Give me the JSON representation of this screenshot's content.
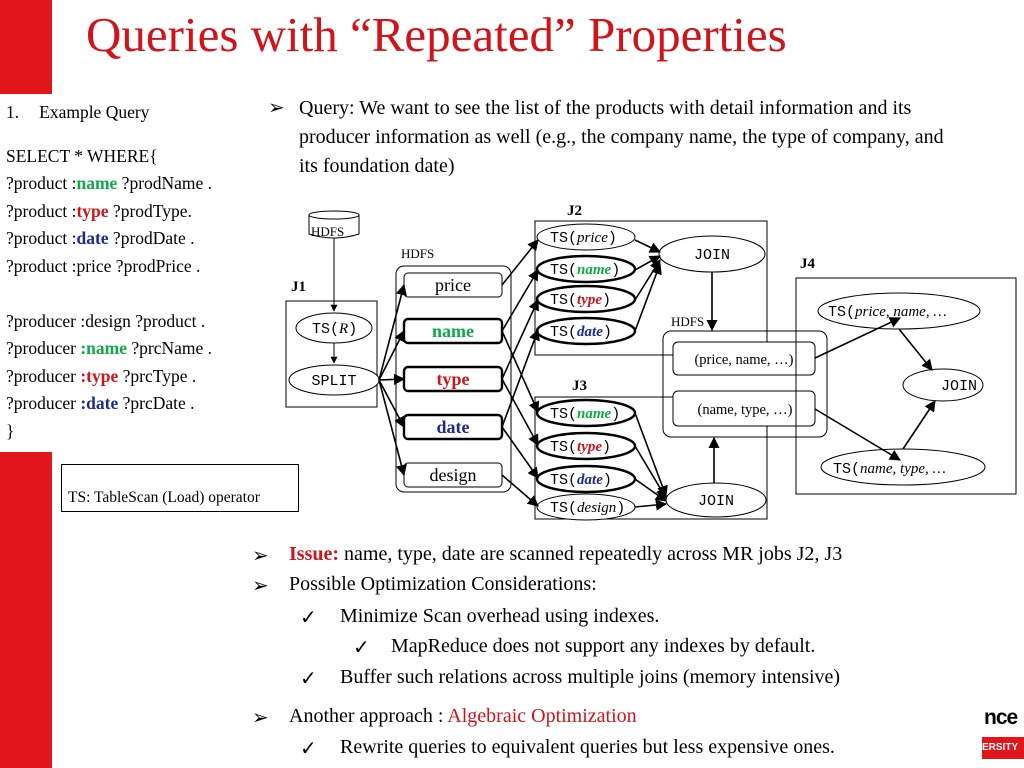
{
  "title": "Queries with “Repeated” Properties",
  "left_panel": {
    "numbered_item": "1.",
    "heading": "Example Query",
    "lines": [
      {
        "pre": "SELECT * WHERE{",
        "kw": "",
        "post": "",
        "color": ""
      },
      {
        "pre": "?product :",
        "kw": "name",
        "post": " ?prodName .",
        "color": "green"
      },
      {
        "pre": "?product :",
        "kw": "type",
        "post": " ?prodType.",
        "color": "red"
      },
      {
        "pre": "?product :",
        "kw": "date",
        "post": " ?prodDate .",
        "color": "blue"
      },
      {
        "pre": "?product :price ?prodPrice .",
        "kw": "",
        "post": "",
        "color": ""
      },
      {
        "pre": "",
        "kw": "",
        "post": "",
        "color": ""
      },
      {
        "pre": "?producer :design ?product .",
        "kw": "",
        "post": "",
        "color": ""
      },
      {
        "pre": "?producer ",
        "kw": ":name",
        "post": " ?prcName .",
        "color": "green"
      },
      {
        "pre": "?producer ",
        "kw": ":type",
        "post": " ?prcType .",
        "color": "red"
      },
      {
        "pre": "?producer ",
        "kw": ":date",
        "post": " ?prcDate .",
        "color": "blue"
      },
      {
        "pre": "}",
        "kw": "",
        "post": "",
        "color": ""
      }
    ],
    "note": "TS: TableScan (Load) operator"
  },
  "query_description": {
    "bullet": "➢",
    "text": "Query: We want to see the list of the products with detail information and its producer information as well (e.g., the company name, the type of company, and its foundation date)"
  },
  "diagram": {
    "hdfs": "HDFS",
    "j1": "J1",
    "j2": "J2",
    "j3": "J3",
    "j4": "J4",
    "ts_r": "TS(",
    "r_italic": "R",
    "close": ")",
    "split": "SPLIT",
    "join": "JOIN",
    "props": [
      "price",
      "name",
      "type",
      "date",
      "design"
    ],
    "j2_scans": [
      "price",
      "name",
      "type",
      "date"
    ],
    "j3_scans": [
      "name",
      "type",
      "date",
      "design"
    ],
    "ts": "TS",
    "inter1": "(price, name, …)",
    "inter2": "(name, type, …)",
    "j4_ts1": "price, name, …",
    "j4_ts2": "name, type, …"
  },
  "bullets": {
    "issue_label": "Issue:",
    "issue_text": " name, type, date are scanned repeatedly across MR jobs J2, J3",
    "possible": "Possible Optimization Considerations:",
    "minimize": "Minimize Scan overhead using indexes.",
    "mapreduce": "MapReduce does not support any indexes by default.",
    "buffer": "Buffer such relations across multiple joins (memory intensive)",
    "another_pre": "Another approach : ",
    "another_link": "Algebraic Optimization",
    "rewrite": "Rewrite queries to equivalent queries but less expensive ones.",
    "arrow": "➢",
    "check": "✓"
  },
  "logo": {
    "top": "nce",
    "bottom": "ERSITY"
  },
  "colors": {
    "red": "#d1131a",
    "green": "#11a84a",
    "blue": "#1b2a8c",
    "bar": "#e0161b"
  }
}
